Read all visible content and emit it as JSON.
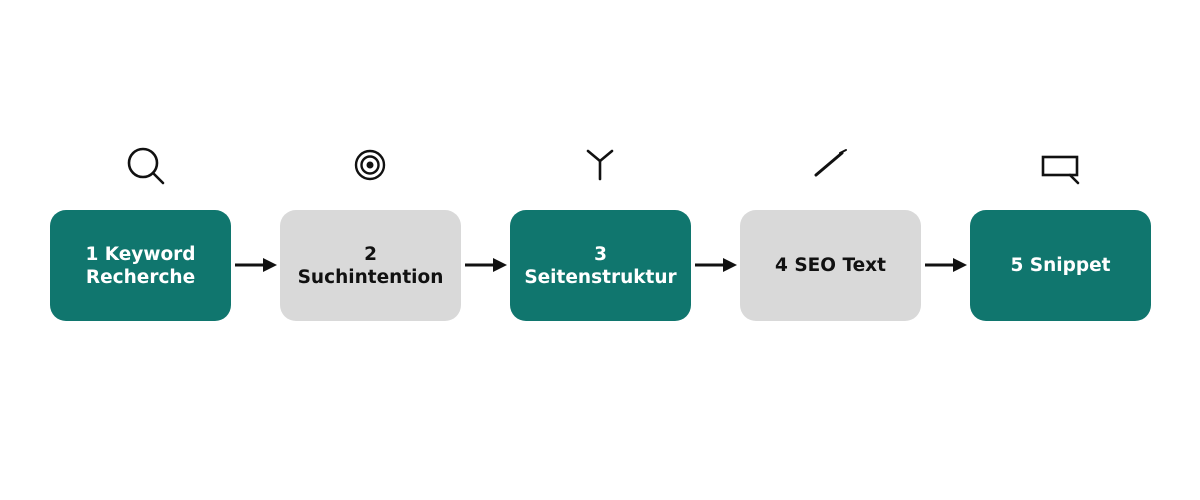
{
  "colors": {
    "teal": "#10766e",
    "grey": "#d9d9d9",
    "text_light": "#ffffff",
    "text_dark": "#111111",
    "icon": "#111111"
  },
  "steps": [
    {
      "number": "1",
      "label_line1": "1 Keyword",
      "label_line2": "Recherche",
      "style": "teal",
      "icon": "search-icon"
    },
    {
      "number": "2",
      "label_line1": "2",
      "label_line2": "Suchintention",
      "style": "grey",
      "icon": "target-icon"
    },
    {
      "number": "3",
      "label_line1": "3",
      "label_line2": "Seitenstruktur",
      "style": "teal",
      "icon": "branch-icon"
    },
    {
      "number": "4",
      "label_line1": "4 SEO Text",
      "label_line2": "",
      "style": "grey",
      "icon": "pen-icon"
    },
    {
      "number": "5",
      "label_line1": "5 Snippet",
      "label_line2": "",
      "style": "teal",
      "icon": "snippet-icon"
    }
  ]
}
